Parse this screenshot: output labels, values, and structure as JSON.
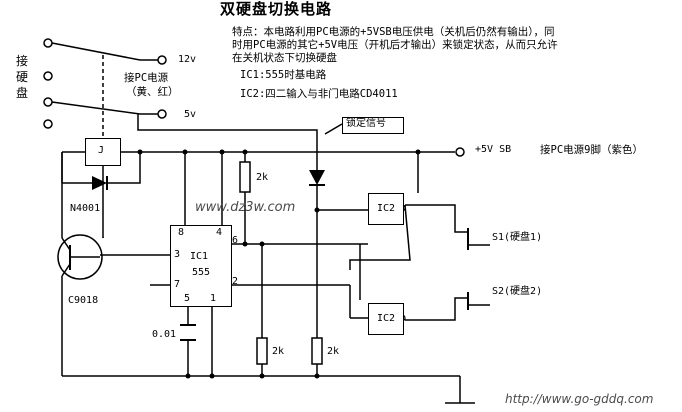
{
  "title": "双硬盘切换电路",
  "description": {
    "line1": "特点：本电路利用PC电源的+5VSB电压供电（关机后仍然有输出），同",
    "line2": "时用PC电源的其它+5V电压（开机后才输出）来锁定状态，从而只允许",
    "line3": "在关机状态下切换硬盘",
    "ic1": "IC1:555时基电路",
    "ic2": "IC2:四二输入与非门电路CD4011"
  },
  "labels": {
    "hdd_connect": "接硬盘",
    "v12": "12v",
    "v5": "5v",
    "pc_power": "接PC电源",
    "pc_power_colors": "（黄、红）",
    "lock_signal": "锁定信号",
    "v5sb": "+5V SB",
    "pin9": "接PC电源9脚（紫色）",
    "relay": "J",
    "diode": "N4001",
    "transistor": "C9018",
    "r_top": "2k",
    "r_mid": "2k",
    "r_right": "2k",
    "cap": "0.01",
    "ic1_name": "IC1",
    "ic1_part": "555",
    "pin8": "8",
    "pin4": "4",
    "pin3": "3",
    "pin6": "6",
    "pin7": "7",
    "pin2": "2",
    "pin5": "5",
    "pin1": "1",
    "ic2_top": "IC2",
    "ic2_bottom": "IC2",
    "s1": "S1(硬盘1)",
    "s2": "S2(硬盘2)"
  },
  "watermarks": {
    "center": "www.dz3w.com",
    "bottom_right": "http://www.go-gddq.com"
  }
}
